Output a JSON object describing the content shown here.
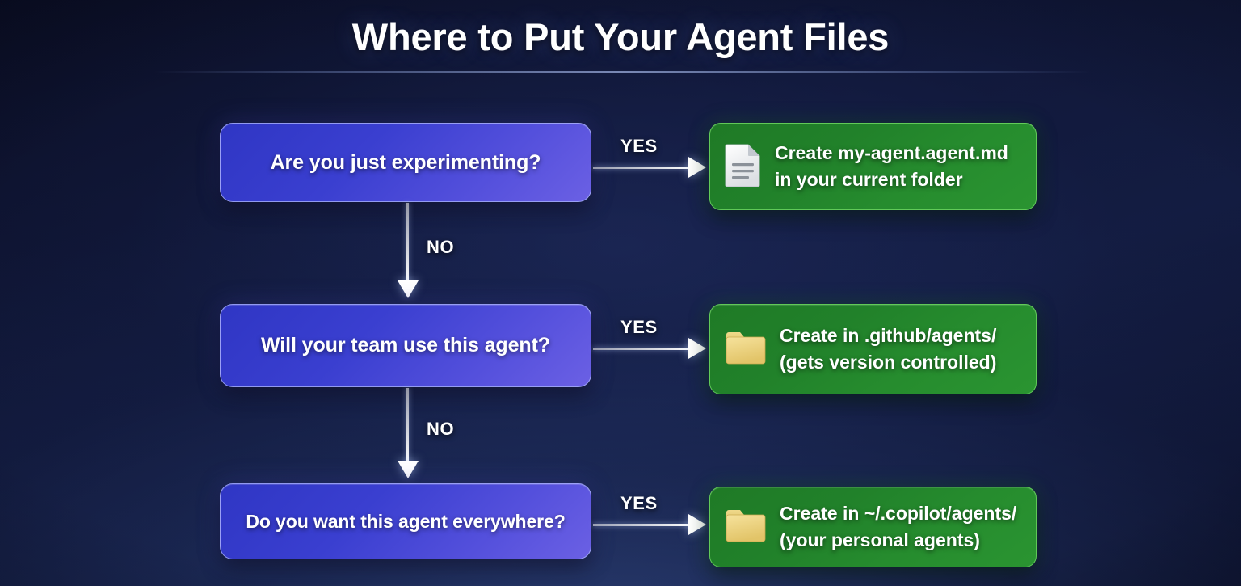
{
  "header": {
    "title": "Where to Put Your Agent Files"
  },
  "colors": {
    "background_dark": "#0a0d22",
    "background_mid": "#131c40",
    "decision_blue_start": "#2f36c4",
    "decision_blue_end": "#6b60e4",
    "outcome_green_start": "#1f7a26",
    "outcome_green_end": "#2a9431",
    "arrow_white": "#ffffff",
    "folder_icon": "#e8c96a",
    "document_icon": "#f0f0f0"
  },
  "flow": {
    "rows": [
      {
        "decision": {
          "label": "Are you just experimenting?",
          "no_label": "NO"
        },
        "branch_label": "YES",
        "outcome": {
          "icon": "document-icon",
          "line1": "Create my-agent.agent.md",
          "line2": "in your current folder"
        }
      },
      {
        "decision": {
          "label": "Will your team use this agent?",
          "no_label": "NO"
        },
        "branch_label": "YES",
        "outcome": {
          "icon": "folder-icon",
          "line1": "Create in .github/agents/",
          "line2": "(gets version controlled)"
        }
      },
      {
        "decision": {
          "label": "Do you want this agent everywhere?",
          "no_label": ""
        },
        "branch_label": "YES",
        "outcome": {
          "icon": "folder-icon",
          "line1": "Create in ~/.copilot/agents/",
          "line2": "(your personal agents)"
        }
      }
    ]
  }
}
